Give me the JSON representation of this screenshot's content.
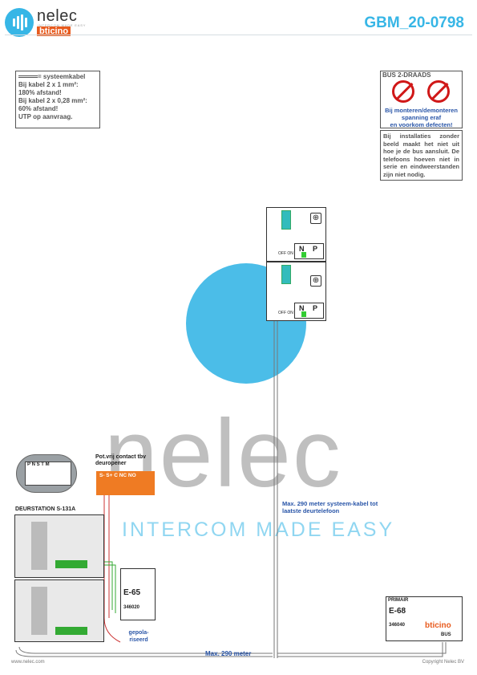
{
  "header": {
    "brand_name": "nelec",
    "brand_tagline": "INTERCOM MADE EASY",
    "brand_partner": "bticino",
    "doc_code": "GBM_20-0798",
    "accent_color": "#37b6e6"
  },
  "note_cable": {
    "title": "= systeemkabel",
    "lines": [
      "Bij kabel 2 x 1 mm²:",
      "180% afstand!",
      "Bij kabel 2 x 0,28 mm²:",
      "60% afstand!",
      "UTP op aanvraag."
    ]
  },
  "bus_box": {
    "title": "BUS 2-DRAADS",
    "warning": [
      "Bij monteren/demonteren",
      "spanning eraf",
      "en voorkom defecten!"
    ]
  },
  "note_install": "Bij installaties zonder beeld maakt het niet uit hoe je de bus aansluit. De telefoons hoeven niet in serie en eindweerstanden zijn niet nodig.",
  "phones": [
    {
      "n_label": "N",
      "p_label": "P",
      "switch_label": "OFF ON"
    },
    {
      "n_label": "N",
      "p_label": "P",
      "switch_label": "OFF ON"
    }
  ],
  "door_station": {
    "label": "DEURSTATION S-131A",
    "zoom_terminals": [
      "P",
      "N",
      "S",
      "T",
      "M"
    ]
  },
  "relay": {
    "label": "Pot.vrij contact tbv deuropener",
    "terminals": "S-  S+ C  NC NO"
  },
  "module_e65": {
    "label": "E-65",
    "code": "346020",
    "note": "gepola-riseerd"
  },
  "psu": {
    "primary": "PRIMAIR",
    "model": "E-68",
    "code": "346040",
    "brand": "bticino",
    "bus": "BUS"
  },
  "labels": {
    "max_systeem": "Max. 290 meter systeem-kabel tot laatste deurtelefoon",
    "max_290": "Max. 290 meter"
  },
  "watermark": {
    "text": "nelec",
    "tagline": "INTERCOM MADE EASY"
  },
  "footer": {
    "left": "www.nelec.com",
    "right": "Copyright Nelec BV"
  }
}
